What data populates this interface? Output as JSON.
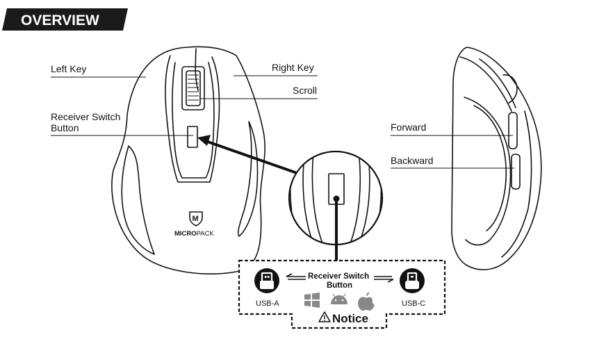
{
  "title": "OVERVIEW",
  "labels": {
    "left_key": "Left Key",
    "right_key": "Right Key",
    "scroll": "Scroll",
    "receiver_switch_line1": "Receiver Switch",
    "receiver_switch_line2": "Button",
    "forward": "Forward",
    "backward": "Backward"
  },
  "brand": {
    "logo_letter": "M",
    "name_bold": "MICRO",
    "name_rest": "PACK"
  },
  "notice_box": {
    "switch_line1": "Receiver Switch",
    "switch_line2": "Button",
    "usb_a": "USB-A",
    "usb_c": "USB-C",
    "notice": "Notice",
    "os_icons": [
      "windows-icon",
      "android-icon",
      "apple-icon"
    ]
  }
}
